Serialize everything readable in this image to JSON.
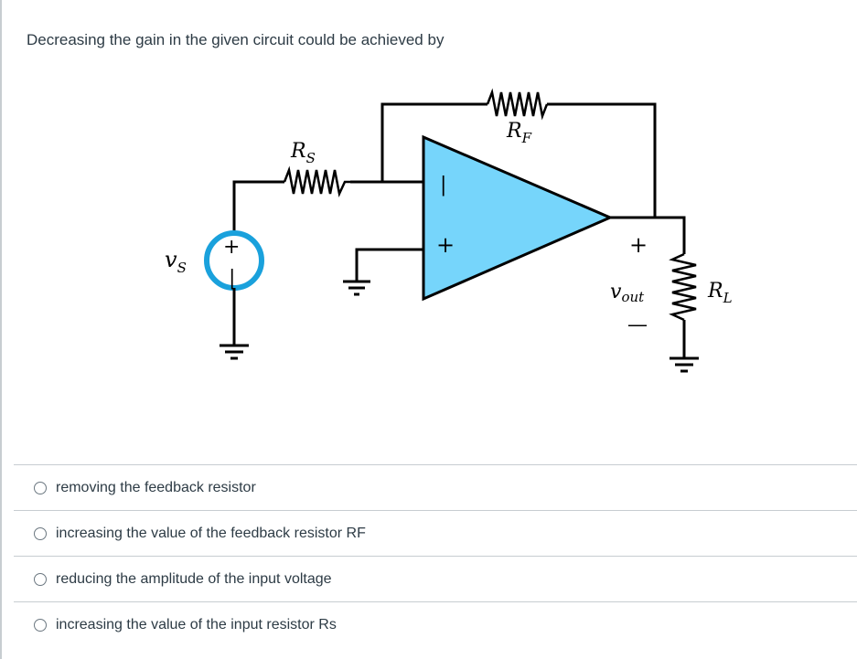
{
  "question": {
    "text": "Decreasing the gain in the given circuit could be achieved by"
  },
  "circuit": {
    "rf_label": "R",
    "rf_sub": "F",
    "rs_label": "R",
    "rs_sub": "S",
    "vs_label": "v",
    "vs_sub": "S",
    "rl_label": "R",
    "rl_sub": "L",
    "vout_label": "v",
    "vout_sub": "out",
    "source_plus": "+",
    "source_minus": "|",
    "opamp_minus": "|",
    "opamp_plus": "+",
    "out_plus": "+",
    "out_minus": "—",
    "colors": {
      "opamp_fill": "#76d5fb",
      "source_ring": "#1aa1dc",
      "wire": "#000000"
    }
  },
  "answers": [
    {
      "label": "removing the feedback resistor"
    },
    {
      "label": "increasing the value of the feedback resistor RF"
    },
    {
      "label": "reducing the amplitude of the input voltage"
    },
    {
      "label": "increasing the value of the input resistor Rs"
    }
  ]
}
